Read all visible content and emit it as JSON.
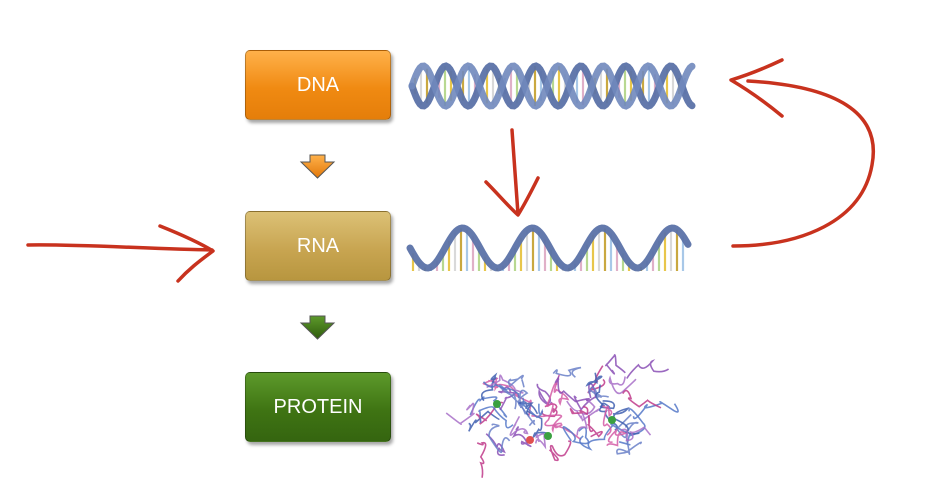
{
  "boxes": {
    "dna": {
      "label": "DNA"
    },
    "rna": {
      "label": "RNA"
    },
    "protein": {
      "label": "PROTEIN"
    }
  },
  "colors": {
    "dna_box": "#f08a12",
    "rna_box": "#c8a551",
    "protein_box": "#3f7413",
    "helix_backbone": "#5b72a8",
    "hand_drawn_arrow": "#c8321e"
  }
}
